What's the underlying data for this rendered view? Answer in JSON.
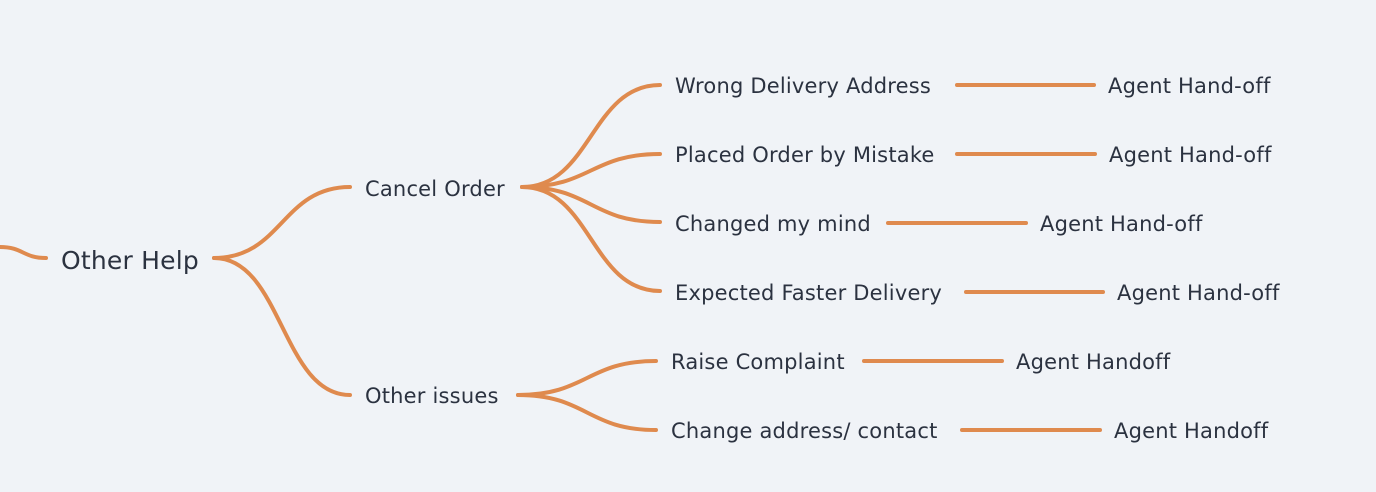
{
  "link_color": "#df8a4e",
  "background": "#f0f3f7",
  "text_color": "#2b3240",
  "mindmap": {
    "root": {
      "label": "Other Help",
      "children": [
        {
          "label": "Cancel Order",
          "children": [
            {
              "label": "Wrong Delivery Address",
              "outcome": "Agent Hand-off"
            },
            {
              "label": "Placed Order by Mistake",
              "outcome": "Agent Hand-off"
            },
            {
              "label": "Changed my mind",
              "outcome": "Agent Hand-off"
            },
            {
              "label": "Expected Faster Delivery",
              "outcome": "Agent Hand-off"
            }
          ]
        },
        {
          "label": "Other issues",
          "children": [
            {
              "label": "Raise Complaint",
              "outcome": "Agent Handoff"
            },
            {
              "label": "Change address/ contact",
              "outcome": "Agent Handoff"
            }
          ]
        }
      ]
    }
  }
}
